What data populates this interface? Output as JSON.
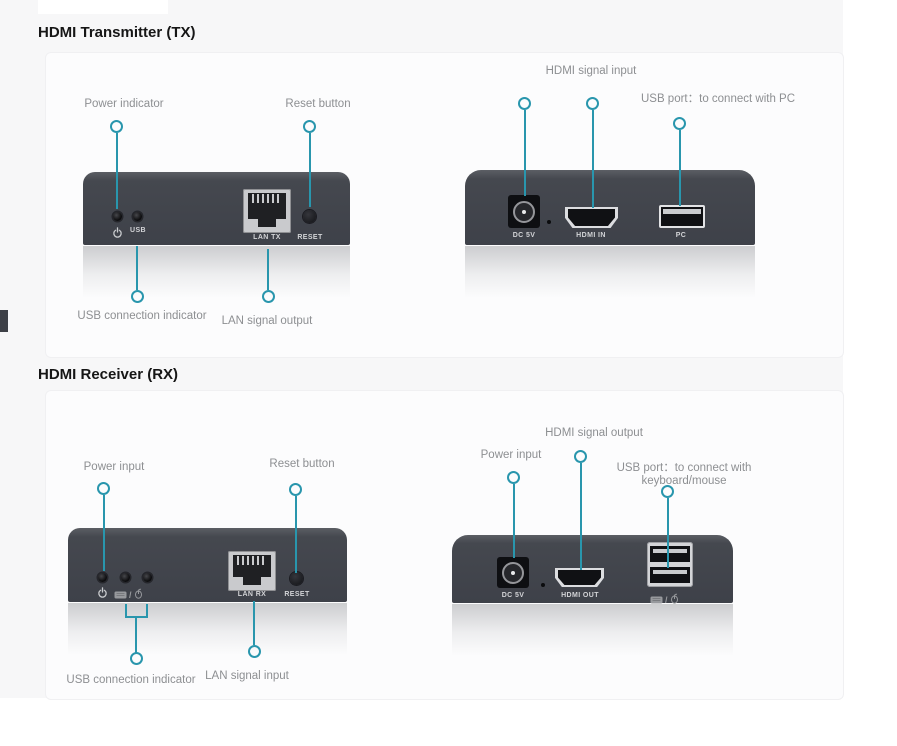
{
  "colors": {
    "accent": "#2996ad",
    "device_body": "#43464d",
    "page_band": "#f7f7f8"
  },
  "tx": {
    "heading": "HDMI Transmitter (TX)",
    "front": {
      "callouts": {
        "power": "Power indicator",
        "reset": "Reset button",
        "usb": "USB connection  indicator",
        "lan": "LAN signal output"
      },
      "panel_labels": {
        "usb_led": "USB",
        "lan_port": "LAN TX",
        "reset": "RESET"
      },
      "icons": {
        "power_led": "power-icon"
      }
    },
    "rear": {
      "callouts": {
        "hdmi": "HDMI signal input",
        "usb": "USB port：to connect with PC"
      },
      "panel_labels": {
        "dc": "DC 5V",
        "hdmi": "HDMI IN",
        "usb": "PC"
      }
    }
  },
  "rx": {
    "heading": "HDMI Receiver (RX)",
    "front": {
      "callouts": {
        "power": "Power input",
        "reset": "Reset button",
        "usb": "USB connection indicator",
        "lan": "LAN signal  input"
      },
      "panel_labels": {
        "lan_port": "LAN RX",
        "reset": "RESET"
      },
      "icons": {
        "power_led": "power-icon",
        "keyboard": "keyboard-icon",
        "mouse": "mouse-icon",
        "separator": "/"
      }
    },
    "rear": {
      "callouts": {
        "power": "Power input",
        "hdmi": "HDMI signal output",
        "usb_line1": "USB port：to connect with",
        "usb_line2": "keyboard/mouse"
      },
      "panel_labels": {
        "dc": "DC 5V",
        "hdmi": "HDMI OUT"
      },
      "icons": {
        "keyboard": "keyboard-icon",
        "mouse": "mouse-icon",
        "separator": "/"
      }
    }
  }
}
